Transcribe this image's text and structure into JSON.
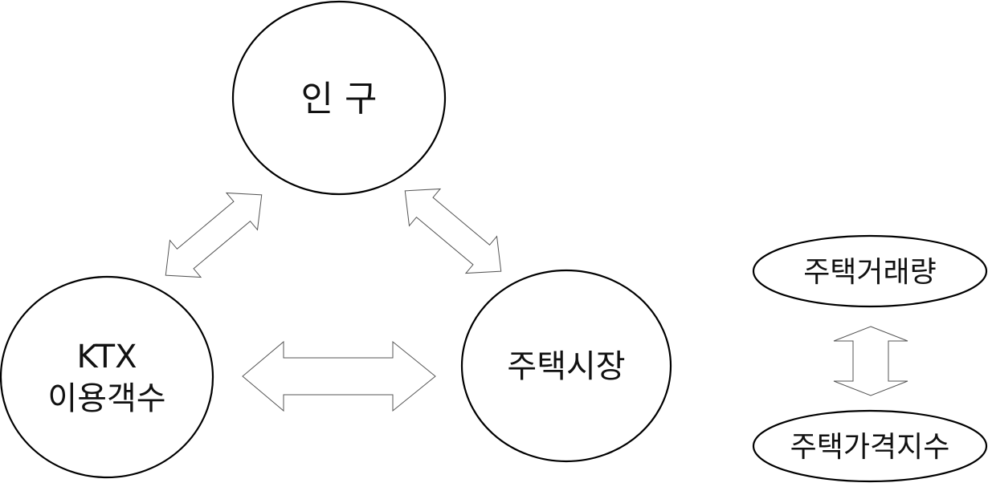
{
  "diagram": {
    "nodes": {
      "population": {
        "label": "인 구"
      },
      "ktx": {
        "label_line1": "KTX",
        "label_line2": "이용객수"
      },
      "housing_market": {
        "label": "주택시장"
      },
      "housing_volume": {
        "label": "주택거래량"
      },
      "housing_price_index": {
        "label": "주택가격지수"
      }
    },
    "edges": [
      {
        "from": "population",
        "to": "ktx",
        "type": "bidirectional"
      },
      {
        "from": "population",
        "to": "housing_market",
        "type": "bidirectional"
      },
      {
        "from": "ktx",
        "to": "housing_market",
        "type": "bidirectional"
      },
      {
        "from": "housing_volume",
        "to": "housing_price_index",
        "type": "bidirectional"
      }
    ],
    "colors": {
      "stroke": "#000000",
      "fill": "#ffffff",
      "arrow_stroke": "#555555"
    }
  }
}
